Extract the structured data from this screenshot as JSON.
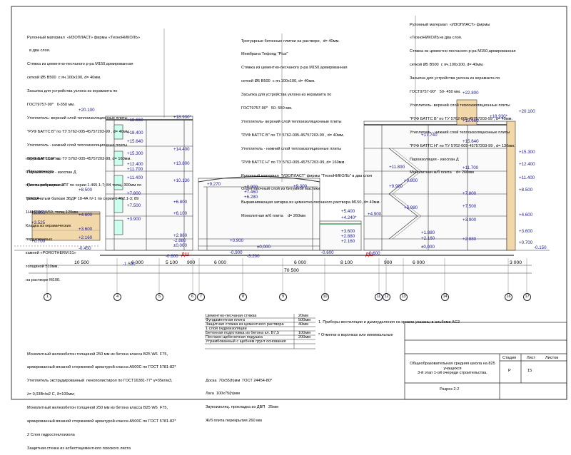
{
  "layers_left": [
    "Рулонный материал  «ИЗОПЛАСТ» фирмы «ТехноНИКОЛЬ»",
    "  в два слоя.",
    "Стяжка из цементно-песчаного р-ра М150,армированная",
    "сеткой Ø5 В500  с яч.100х100, d= 40мм.",
    "Засыпка для устройства уклона из керамзита по",
    "ГОСТ9757-90*   0-350 мм.",
    "Утеплитель- верхний слой теплоизоляционные плиты",
    "\"РУФ БАТТС В\" по ТУ 5762-005-45757203-99 , d= 40мм.",
    "Утеплитель - нижний слой теплоизоляционные плиты",
    "\"РУФ БАТТС Н\" по ТУ 5762-005-45757203-99, d= 160мм.",
    "Пароизоляция - изоспан Д",
    "Плиты ребристые 2ПГ по серии 1.465.1-7; 84 толщ. 300мм по",
    "решетчатым балкам ЗБДР 18-4А IV-1 по серии 1.462.1-3; 89"
  ],
  "layers_center": [
    "Тротуарные бетонные плитки на растворе,  d= 40мм.",
    "Мембрана Тефонд \"Plus\"",
    "Стяжка из цементно-песчаного р-ра М150,армированная",
    "сеткой Ø5 В500  с яч.100х100, d= 40мм.",
    "Засыпка для устройства уклона из керамзита по",
    "ГОСТ9757-90*   50- 550 мм.",
    "Утеплитель- верхний слой теплоизоляционные плиты",
    "\"РУФ БАТТС В\" по ТУ 5762-005-45757203-99 , d= 40мм.",
    "Утеплитель - нижний слой теплоизоляционные плиты",
    "\"РУФ БАТТС Н\" по ТУ 5762-005-45757203-99, d= 160мм.",
    "Рулонный материал  \"ИЗОПЛАСТ\" фирмы \"ТехноНИКОЛЬ\" в два слоя",
    "Огрунтовочный слой из битумной мастики",
    "Выравнивающая затирка из цементно-песчаного раствора М150, d= 40мм.",
    "Монолитная ж/б плита    d= 260мм"
  ],
  "layers_right": [
    "Рулонный материал  «ИЗОПЛАСТ» фирмы",
    "«ТехноНИКОЛЬ»в два слоя.",
    "Стяжка из цементно-песчаного р-ра М150,армированная",
    "сеткой Ø5 В500  с яч.100х100, d= 40мм.",
    "Засыпка для устройства уклона из керамзита по",
    "ГОСТ9757-90*   50- 450 мм.",
    "Утеплитель- верхний слой теплоизоляционные плиты",
    "\"РУФ БАТТС В\" по ТУ 5762-005-45757203-99 , d= 40мм.",
    "Утеплитель - нижний слой теплоизоляционные плиты",
    "\"РУФ БАТТС Н\" по ТУ 5762-005-45757203-99 , d= 130мм.",
    "Пароизоляция - изоспан Д",
    "Монолитная ж/б плита    d= 260мм"
  ],
  "wall_note": [
    "наружный слой из",
    "облицовочного",
    "пустотелого кирпича",
    "TERCA",
    "1НФ150/2,0/50, толщ.120мм.",
    "Кладка из керамических",
    "поризованных",
    "камней «POROTHERM 51»",
    "толщиной 510мм,",
    "на растворе М100."
  ],
  "floor_left": [
    "Монолитный железобетон толщиной 250 мм из бетона класса В25 W6  F75,",
    "армированный вязаной стержневой арматурой класса А500С по ГОСТ 5781-82*",
    "Утеплитель экструдированный  пенополистирол по ГОСТ16381-77* γ=35кг/м3,",
    "λ= 0,03Вт/м2 С, δ=100мм;",
    "Монолитный железобетон толщиной 250 мм из бетона класса В25 W6  F75,",
    "армированный вязаной стержневой арматурой класса А500С по ГОСТ 5781-82*",
    "2 Слоя гидростеклоизола",
    "Защитная стенка из асбестоцементного плоского листа"
  ],
  "floor_table": [
    {
      "name": "Цементно-песчаная стяжка",
      "value": "20мм"
    },
    {
      "name": "Фундаментная плита",
      "value": "500мм"
    },
    {
      "name": "Защитная стяжка из цементного раствора",
      "value": "40мм"
    },
    {
      "name": "1 слой гидроизоляции",
      "value": ""
    },
    {
      "name": "Бетонная подготовка из бетона кл. В7,5",
      "value": "100мм"
    },
    {
      "name": "Песчано-щебеночная подушка",
      "value": "200мм"
    },
    {
      "name": "Утрамбованный с щебнем грунт основания",
      "value": ""
    }
  ],
  "floor_gym": [
    "Доска  70х55(h)мм  ГОСТ 24454-80*",
    "Лага  100х75(h)мм",
    "Звукоизоляц. прокладка из ДВП   25мм",
    "Ж/б плита перекрытия 260 мм"
  ],
  "remarks": [
    "1. Приборы вентиляции и дымоудаления на кровле указаны в альбоме АС2",
    "* Отметки в воронках или минимальные"
  ],
  "title_block": {
    "project": "Общеобразовательная средняя школа на 825 учащихся",
    "stage_text": "3-й этап 1-ой очереди строительства.",
    "sheet_name": "Разрез 2-2",
    "h_stage": "Стадия",
    "h_sheet": "Лист",
    "h_sheets": "Листов",
    "stage": "Р",
    "sheet": "15"
  },
  "axes": [
    "1",
    "4",
    "5",
    "6",
    "7",
    "8",
    "9",
    "10",
    "11",
    "12",
    "13",
    "14",
    "16",
    "17"
  ],
  "bay_dims": [
    "10 500",
    "6 000",
    "5 100",
    "900",
    "6 000",
    "6 000",
    "8 100",
    "900",
    "6 000",
    "3 000"
  ],
  "overall_dim": "70 500",
  "section_marks": [
    "ДШ",
    "ДШ"
  ],
  "levels_left": [
    "+18.660",
    "+18.930*",
    "+20.100",
    "+18.400",
    "+15.640",
    "+15.300",
    "+14.400",
    "+12.400",
    "+13.800",
    "+11.400",
    "+11.700",
    "+10.130",
    "+9.270",
    "+8.500",
    "+7.800",
    "+6.800",
    "+7.500",
    "+6.100",
    "+5.000",
    "+3.525",
    "+4.600",
    "+3.900",
    "+3.600",
    "+2.880",
    "+0.700",
    "-0.450",
    "±0,000",
    "-0.600",
    "-1.590",
    "-2.880",
    "+2.160",
    "+0.900"
  ],
  "levels_center": [
    "+8.900",
    "+9.300",
    "+7.460",
    "+6.280",
    "+5.400",
    "+4.240*",
    "±0,000",
    "-0.600",
    "-0.900",
    "-3.200",
    "+3.600",
    "+2.880",
    "+2.160"
  ],
  "levels_right": [
    "+22.800",
    "+20.100",
    "+18.930*",
    "+18.660",
    "+17.740",
    "+15.640",
    "+15.300",
    "+12.400",
    "+11.700",
    "+11.400",
    "+11.890",
    "+9.800",
    "+9.980",
    "+8.500",
    "+7.800",
    "+5.980",
    "+7.500",
    "+4.900",
    "+4.600",
    "+3.900",
    "+3.600",
    "+2.880",
    "+1.880",
    "+2.160",
    "+0.700",
    "±0,000",
    "-0.600",
    "-0.150"
  ]
}
